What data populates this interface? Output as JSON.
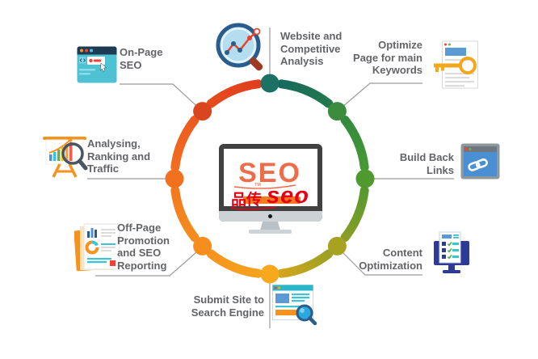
{
  "title": "SEO process diagram",
  "center": {
    "logo": "SEO",
    "trademark": "TM",
    "watermark_cjk": "品传",
    "watermark_latin": "seo"
  },
  "nodes": [
    {
      "id": "website-competitive-analysis",
      "label": "Website and\nCompetitive\nAnalysis",
      "icon": "magnifier-line-chart-icon"
    },
    {
      "id": "optimize-page-keywords",
      "label": "Optimize\nPage for main\nKeywords",
      "icon": "document-key-icon"
    },
    {
      "id": "build-back-links",
      "label": "Build Back\nLinks",
      "icon": "browser-chain-links-icon"
    },
    {
      "id": "content-optimization",
      "label": "Content\nOptimization",
      "icon": "monitor-checklist-icon"
    },
    {
      "id": "submit-site-search-engine",
      "label": "Submit Site to\nSearch Engine",
      "icon": "webpage-magnifier-icon"
    },
    {
      "id": "off-page-promotion-reporting",
      "label": "Off-Page\nPromotion\nand SEO\nReporting",
      "icon": "report-documents-icon"
    },
    {
      "id": "analysing-ranking-traffic",
      "label": "Analysing,\nRanking and\nTraffic",
      "icon": "presentation-chart-magnifier-icon"
    },
    {
      "id": "on-page-seo",
      "label": "On-Page\nSEO",
      "icon": "browser-window-icon"
    }
  ],
  "ring": {
    "connector_color": "#9b9b9b",
    "segments": [
      {
        "from": "#16695d",
        "to": "#22794d"
      },
      {
        "from": "#338a3d",
        "to": "#459935"
      },
      {
        "from": "#55992c",
        "to": "#8a9e27"
      },
      {
        "from": "#9ba123",
        "to": "#d3a51d"
      },
      {
        "from": "#f4a31d",
        "to": "#f6941e"
      },
      {
        "from": "#f68c1e",
        "to": "#f3791f"
      },
      {
        "from": "#f26d20",
        "to": "#ec5a1f"
      },
      {
        "from": "#e64c1e",
        "to": "#e03f1d"
      }
    ],
    "dots": [
      "#1a7164",
      "#3b8c3c",
      "#4f9a2e",
      "#a7a21f",
      "#f7a81c",
      "#f68e1d",
      "#f2711f",
      "#d9451c"
    ]
  },
  "palette": {
    "logo_orange": "#ee6c49",
    "watermark_red": "#e60012",
    "watermark_bar_orange": "#f47b21",
    "label_gray": "#636467"
  }
}
